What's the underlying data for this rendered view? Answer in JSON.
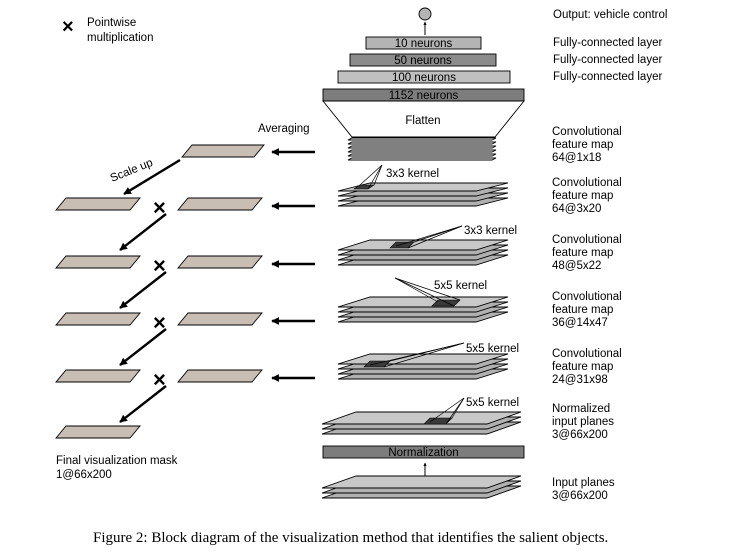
{
  "legend": {
    "symbol": "×",
    "line1": "Pointwise",
    "line2": "multiplication"
  },
  "labels": {
    "averaging": "Averaging",
    "scale_up": "Scale up",
    "final_mask_line1": "Final visualization mask",
    "final_mask_line2": "1@66x200"
  },
  "fc_layers": [
    {
      "text": "10 neurons",
      "desc": "Fully-connected layer"
    },
    {
      "text": "50 neurons",
      "desc": "Fully-connected layer"
    },
    {
      "text": "100 neurons",
      "desc": "Fully-connected layer"
    }
  ],
  "output_label": "Output: vehicle control",
  "flatten_bar": "1152 neurons",
  "flatten_label": "Flatten",
  "kernels": [
    "3x3 kernel",
    "3x3 kernel",
    "5x5 kernel",
    "5x5 kernel",
    "5x5 kernel"
  ],
  "layer_descriptions": [
    {
      "l1": "Convolutional",
      "l2": "feature map",
      "l3": "64@1x18"
    },
    {
      "l1": "Convolutional",
      "l2": "feature map",
      "l3": "64@3x20"
    },
    {
      "l1": "Convolutional",
      "l2": "feature map",
      "l3": "48@5x22"
    },
    {
      "l1": "Convolutional",
      "l2": "feature map",
      "l3": "36@14x47"
    },
    {
      "l1": "Convolutional",
      "l2": "feature map",
      "l3": "24@31x98"
    },
    {
      "l1": "Normalized",
      "l2": "input planes",
      "l3": "3@66x200"
    }
  ],
  "normalization_label": "Normalization",
  "input_label_line1": "Input planes",
  "input_label_line2": "3@66x200",
  "caption": "Figure 2: Block diagram of the visualization method that identifies the salient objects.",
  "colors": {
    "plane_fill": "#c8beb4",
    "layer_light": "#c8c8c8",
    "layer_dark": "#7a7a7a",
    "bar_10": "#b4b4b4",
    "bar_50": "#8c8c8c",
    "bar_100": "#c0c0c0",
    "bar_1152": "#7d7d7d",
    "norm_bar": "#7d7d7d"
  }
}
